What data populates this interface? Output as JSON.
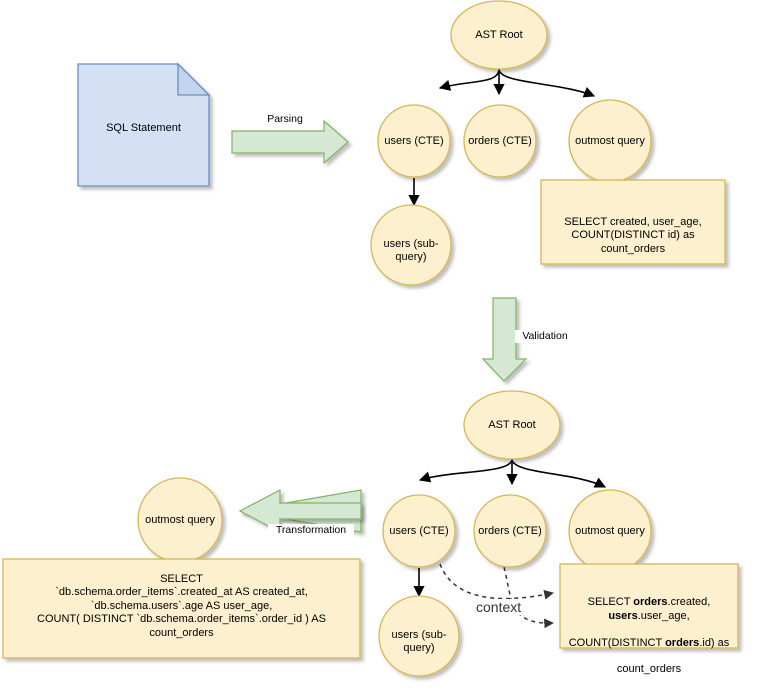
{
  "diagram": {
    "title": "SQL AST parsing, validation and transformation pipeline",
    "colors": {
      "node_fill": "#fdf0ce",
      "node_stroke": "#d6b656",
      "box_fill": "#fdf0ce",
      "box_stroke": "#d6b656",
      "doc_fill": "#d4e1f5",
      "doc_stroke": "#6c8ebf",
      "arrow_fill": "#d5e8d4",
      "arrow_stroke": "#82b366",
      "edge_stroke": "#000000",
      "context_edge_stroke": "#333333",
      "canvas_bg": "#ffffff"
    }
  },
  "stage1": {
    "document": {
      "label": "SQL Statement"
    },
    "arrow": {
      "label": "Parsing"
    },
    "tree": {
      "root": {
        "label": "AST Root"
      },
      "children": [
        {
          "label": "users (CTE)"
        },
        {
          "label": "orders (CTE)"
        },
        {
          "label": "outmost query"
        }
      ],
      "grandchild": {
        "label": "users (sub-\nquery)"
      }
    },
    "sql_box": {
      "lines": [
        "SELECT created, user_age,",
        "COUNT(DISTINCT id)  as",
        "count_orders"
      ],
      "text": "SELECT created, user_age,\nCOUNT(DISTINCT id)  as\ncount_orders"
    }
  },
  "stage2": {
    "arrow": {
      "label": "Validation"
    },
    "tree": {
      "root": {
        "label": "AST Root"
      },
      "children": [
        {
          "label": "users (CTE)"
        },
        {
          "label": "orders (CTE)"
        },
        {
          "label": "outmost query"
        }
      ],
      "grandchild": {
        "label": "users (sub-\nquery)"
      }
    },
    "context_label": "context",
    "sql_box": {
      "line1_prefix": "SELECT ",
      "line1_bold1": "orders",
      "line1_mid": ".created, ",
      "line1_bold2": "users",
      "line1_suffix": ".user_age,",
      "line2_prefix": "COUNT(DISTINCT ",
      "line2_bold": "orders",
      "line2_suffix": ".id)  as",
      "line3": "count_orders"
    }
  },
  "stage3": {
    "arrow": {
      "label": "Transformation"
    },
    "node": {
      "label": "outmost query"
    },
    "sql_box": {
      "lines": [
        "SELECT",
        "`db.schema.order_items`.created_at AS created_at,",
        "`db.schema.users`.age AS user_age,",
        "COUNT( DISTINCT `db.schema.order_items`.order_id ) AS count_orders"
      ],
      "text": "SELECT\n`db.schema.order_items`.created_at AS created_at,\n`db.schema.users`.age AS user_age,\nCOUNT( DISTINCT `db.schema.order_items`.order_id ) AS count_orders"
    }
  }
}
